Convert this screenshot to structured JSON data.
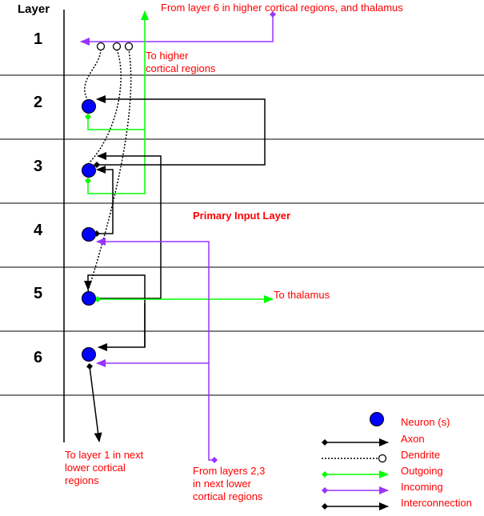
{
  "header": {
    "title": "Layer"
  },
  "layers": [
    {
      "number": "1"
    },
    {
      "number": "2"
    },
    {
      "number": "3"
    },
    {
      "number": "4"
    },
    {
      "number": "5"
    },
    {
      "number": "6"
    }
  ],
  "annotations": {
    "from_layer6": "From layer 6 in higher cortical regions, and thalamus",
    "to_higher_1": "To higher",
    "to_higher_2": "cortical regions",
    "primary_input": "Primary Input Layer",
    "to_thalamus": "To thalamus",
    "to_layer1_1": "To layer 1 in next",
    "to_layer1_2": "lower cortical",
    "to_layer1_3": "regions",
    "from_layers23_1": "From layers 2,3",
    "from_layers23_2": "in next lower",
    "from_layers23_3": "cortical regions"
  },
  "legend": {
    "neuron": "Neuron (s)",
    "axon": "Axon",
    "dendrite": "Dendrite",
    "outgoing": "Outgoing",
    "incoming": "Incoming",
    "interconnection": "Interconnection"
  },
  "colors": {
    "neuron": "#0000ff",
    "outgoing": "#00ff00",
    "incoming": "#9933ff",
    "text_red": "#ff0000",
    "line": "#000000"
  }
}
